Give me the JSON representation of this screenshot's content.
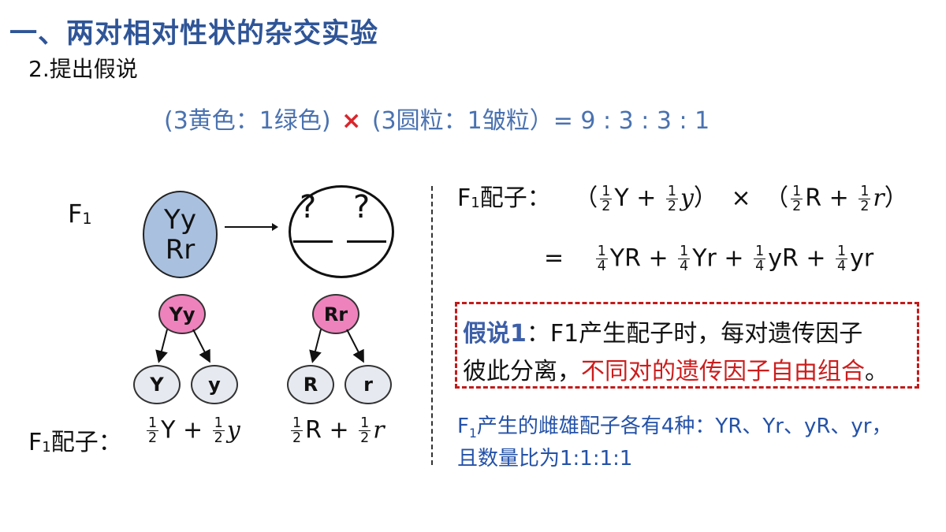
{
  "title": "一、两对相对性状的杂交实验",
  "subtitle": "2.提出假说",
  "ratio_line": {
    "left": "(3黄色：1绿色)",
    "cross": "×",
    "right": "(3圆粒：1皱粒）=  9 : 3 : 3 : 1"
  },
  "diagram": {
    "f1_label": "F",
    "f1_sub": "1",
    "parent_line1": "Yy",
    "parent_line2": "Rr",
    "question_mark": "?",
    "pair1": {
      "parent": "Yy",
      "child1": "Y",
      "child2": "y"
    },
    "pair2": {
      "parent": "Rr",
      "child1": "R",
      "child2": "r"
    },
    "gamete_label": "F",
    "gamete_sub": "1",
    "gamete_suffix": "配子：",
    "gamete_pair1": {
      "num": "1",
      "den": "2",
      "a": "Y +",
      "b": "y"
    },
    "gamete_pair2": {
      "num": "1",
      "den": "2",
      "a": "R +",
      "b": "r"
    }
  },
  "right_panel": {
    "f1_label": "F",
    "f1_sub": "1",
    "f1_suffix": "配子：",
    "open1": "（",
    "close1": "）",
    "times": "×",
    "open2": "（",
    "close2": "）",
    "half_num": "1",
    "half_den": "2",
    "t1": "Y +",
    "t2": "y",
    "t3": "R +",
    "t4": "r",
    "equals": "=",
    "quarter_num": "1",
    "quarter_den": "4",
    "q1": "YR +",
    "q2": "Yr +",
    "q3": "yR +",
    "q4": "yr"
  },
  "hypothesis": {
    "label": "假说1",
    "line1_rest": "：F1产生配子时，每对遗传因子",
    "line2_plain": "彼此分离，",
    "line2_red": "不同对的遗传因子自由组合",
    "line2_end": "。"
  },
  "note": {
    "prefix": "F",
    "sub": "1",
    "line1_rest": "产生的雌雄配子各有4种：YR、Yr、yR、yr，",
    "line2": "且数量比为1:1:1:1"
  },
  "colors": {
    "title": "#2f5597",
    "ratio": "#4a72b0",
    "cross": "#d9262c",
    "parent_circle": "#a9c0df",
    "pink_circle": "#ee82bc",
    "grey_circle": "#e6e9ef",
    "hypothesis_border": "#c21b1b",
    "note": "#2452a8"
  }
}
